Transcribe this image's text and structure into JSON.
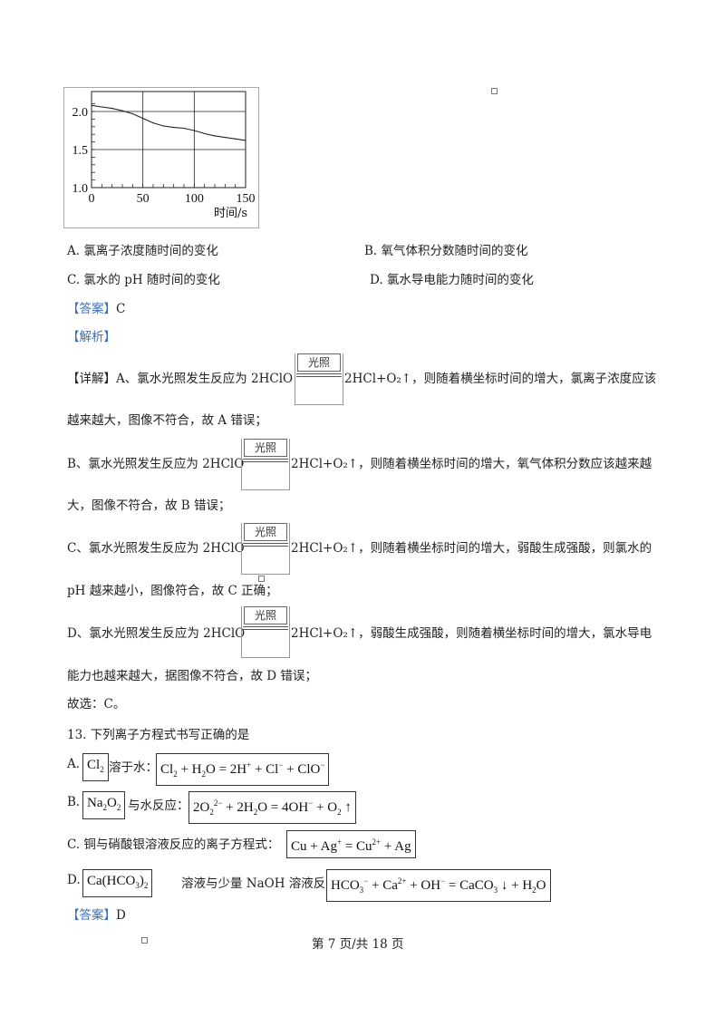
{
  "chart_data": {
    "type": "line",
    "xlabel": "时间/s",
    "x_ticks": [
      "0",
      "50",
      "100",
      "150"
    ],
    "y_ticks": [
      "1.0",
      "1.5",
      "2.0"
    ],
    "xlim": [
      0,
      150
    ],
    "ylim": [
      1.0,
      2.2
    ],
    "grid": true,
    "series": [
      {
        "x": [
          0,
          10,
          20,
          30,
          40,
          50,
          60,
          70,
          80,
          90,
          100,
          110,
          120,
          130,
          140,
          150
        ],
        "values": [
          2.08,
          2.06,
          2.04,
          2.01,
          1.97,
          1.91,
          1.85,
          1.81,
          1.79,
          1.78,
          1.75,
          1.71,
          1.68,
          1.66,
          1.64,
          1.62
        ]
      }
    ]
  },
  "options": {
    "a": "A.  氯离子浓度随时间的变化",
    "b": "B.  氧气体积分数随时间的变化",
    "c": "C.  氯水的  pH 随时间的变化",
    "d": "D.  氯水导电能力随时间的变化"
  },
  "ans1": {
    "tag": "【答案】",
    "val": "C"
  },
  "jiexi": "【解析】",
  "xq": "【详解】",
  "react": {
    "cond": "光照",
    "left": "2HClO",
    "right": "2HCl+O₂↑"
  },
  "d1a": "A、氯水光照发生反应为",
  "d1b": "，则随着横坐标时间的增大，氯离子浓度应该",
  "d1c": "越来越大，图像不符合，故  A 错误；",
  "d2a": "B、氯水光照发生反应为",
  "d2b": "，则随着横坐标时间的增大，氧气体积分数应该越来越",
  "d2c": "大，图像不符合，故  B 错误；",
  "d3a": "C、氯水光照发生反应为",
  "d3b": "，则随着横坐标时间的增大，弱酸生成强酸，则氯水的",
  "d3c": "pH 越来越小，图像符合，故  C 正确；",
  "d4a": "D、氯水光照发生反应为",
  "d4b": "，弱酸生成强酸，则随着横坐标时间的增大，氯水导电",
  "d4c": "能力也越来越大，据图像不符合，故  D 错误；",
  "gx": "故选：C。",
  "q13": "13.  下列离子方程式书写正确的是",
  "q13a": {
    "pre": "A.",
    "mid": "溶于水："
  },
  "q13b": {
    "pre": "B.",
    "mid": "与水反应："
  },
  "q13c": {
    "pre": "C.  铜与硝酸银溶液反应的离子方程式："
  },
  "q13d": {
    "pre": "D.",
    "mid": "溶液与少量  NaOH 溶液反应："
  },
  "ans2": {
    "tag": "【答案】",
    "val": "D"
  },
  "footer": "第  7 页/共  18 页"
}
